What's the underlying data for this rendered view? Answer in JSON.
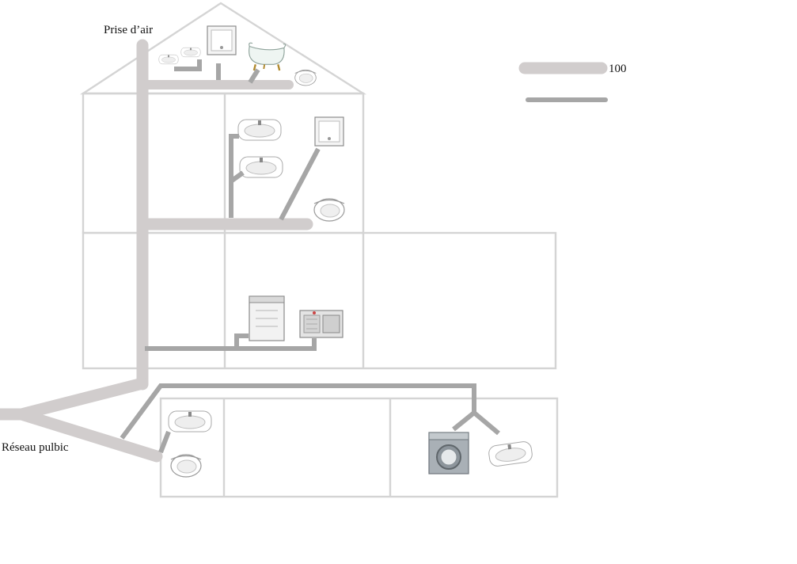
{
  "labels": {
    "air_intake": "Prise d’air",
    "public_network": "Réseau pulbic",
    "legend_value": "100"
  },
  "legend": {
    "items": [
      {
        "style": "thick-light-grey-pipe",
        "label": "100"
      },
      {
        "style": "thin-dark-grey-pipe",
        "label": ""
      }
    ]
  },
  "colors": {
    "walls": "#d4d4d4",
    "main_pipe": "#d1cdcd",
    "branch_pipe": "#a6a6a6",
    "background": "#ffffff"
  },
  "fixtures": {
    "attic": [
      "sink-icon",
      "sink-icon",
      "shower-tray-icon",
      "bathtub-icon",
      "toilet-icon"
    ],
    "second_floor": [
      "sink-icon",
      "sink-icon",
      "shower-tray-icon",
      "toilet-icon"
    ],
    "first_floor": [
      "dishwasher-icon",
      "kitchen-sink-icon"
    ],
    "basement": [
      "sink-icon",
      "toilet-icon",
      "washing-machine-icon",
      "sink-icon"
    ]
  }
}
